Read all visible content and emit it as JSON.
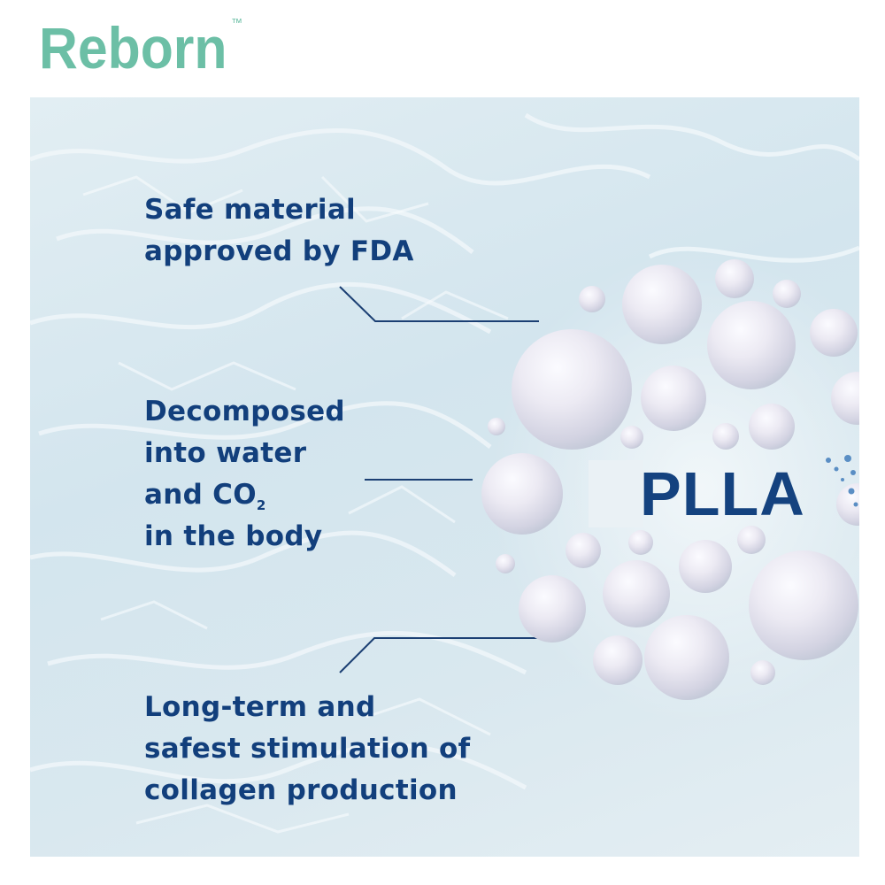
{
  "brand": {
    "name": "Reborn",
    "trademark": "™",
    "color": "#6cbfa6"
  },
  "features": [
    {
      "lines": [
        "Safe material",
        "approved by FDA"
      ]
    },
    {
      "lines": [
        "Decomposed",
        "into water"
      ],
      "co2_prefix": "and CO",
      "co2_sub": "2",
      "last_line": "in the body"
    },
    {
      "lines": [
        "Long-term and",
        "safest stimulation of",
        "collagen production"
      ]
    }
  ],
  "product_label": "PLLA",
  "colors": {
    "text": "#123f7c",
    "label": "#14427f",
    "background": "#d9e8ef",
    "sphere": "#e6e4ef"
  },
  "icons": [
    "water-texture-background",
    "plla-microsphere-cluster",
    "water-droplets-icon"
  ]
}
